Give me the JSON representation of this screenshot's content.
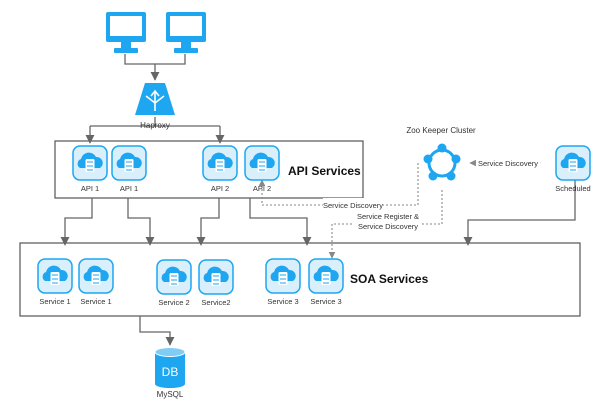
{
  "colors": {
    "accent": "#1ea6f0",
    "accent_light": "#d9f0fc",
    "box_border": "#555555",
    "arrow": "#666666",
    "dotted": "#888888"
  },
  "load_balancer": {
    "label": "Haproxy",
    "icon": "haproxy-icon"
  },
  "clients": [
    {
      "icon": "monitor-icon"
    },
    {
      "icon": "monitor-icon"
    }
  ],
  "api_group": {
    "title": "API Services",
    "nodes": [
      {
        "label": "API 1",
        "icon": "cloud-server-icon"
      },
      {
        "label": "API 1",
        "icon": "cloud-server-icon"
      },
      {
        "label": "API 2",
        "icon": "cloud-server-icon"
      },
      {
        "label": "API 2",
        "icon": "cloud-server-icon"
      }
    ]
  },
  "soa_group": {
    "title": "SOA Services",
    "nodes": [
      {
        "label": "Service 1",
        "icon": "cloud-server-icon"
      },
      {
        "label": "Service 1",
        "icon": "cloud-server-icon"
      },
      {
        "label": "Service 2",
        "icon": "cloud-server-icon"
      },
      {
        "label": "Service2",
        "icon": "cloud-server-icon"
      },
      {
        "label": "Service 3",
        "icon": "cloud-server-icon"
      },
      {
        "label": "Service 3",
        "icon": "cloud-server-icon"
      }
    ]
  },
  "zookeeper": {
    "label": "Zoo Keeper Cluster",
    "icon": "cluster-icon"
  },
  "scheduled": {
    "label": "Scheduled",
    "icon": "cloud-server-icon"
  },
  "database": {
    "label": "MySQL",
    "icon_text": "DB"
  },
  "edges": {
    "zk_scheduled": "Service Discovery",
    "api_zk": "Service Discovery",
    "soa_zk_line1": "Service Register &",
    "soa_zk_line2": "Service Discovery"
  }
}
